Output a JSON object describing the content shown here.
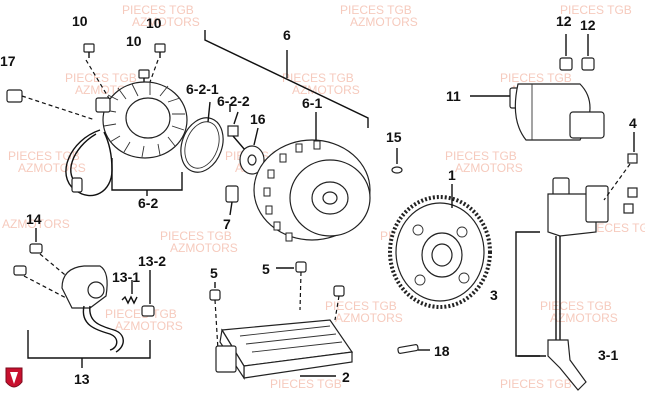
{
  "colors": {
    "watermark": "#f3b9a8",
    "line": "#111111",
    "logo": "#c8102e"
  },
  "watermark": {
    "line1": "PIECES TGB",
    "line2": "AZMOTORS"
  },
  "callouts": {
    "p10a": "10",
    "p10b": "10",
    "p10c": "10",
    "p17": "17",
    "p6": "6",
    "p6_2_1": "6-2-1",
    "p6_2_2": "6-2-2",
    "p16": "16",
    "p6_1": "6-1",
    "p6_2": "6-2",
    "p7": "7",
    "p15": "15",
    "p1": "1",
    "p12a": "12",
    "p12b": "12",
    "p11": "11",
    "p4": "4",
    "p3": "3",
    "p3_1": "3-1",
    "p14": "14",
    "p13_1": "13-1",
    "p13_2": "13-2",
    "p13": "13",
    "p5a": "5",
    "p5b": "5",
    "p18": "18",
    "p2": "2"
  },
  "icons": {
    "brand": "shield-logo-icon"
  }
}
